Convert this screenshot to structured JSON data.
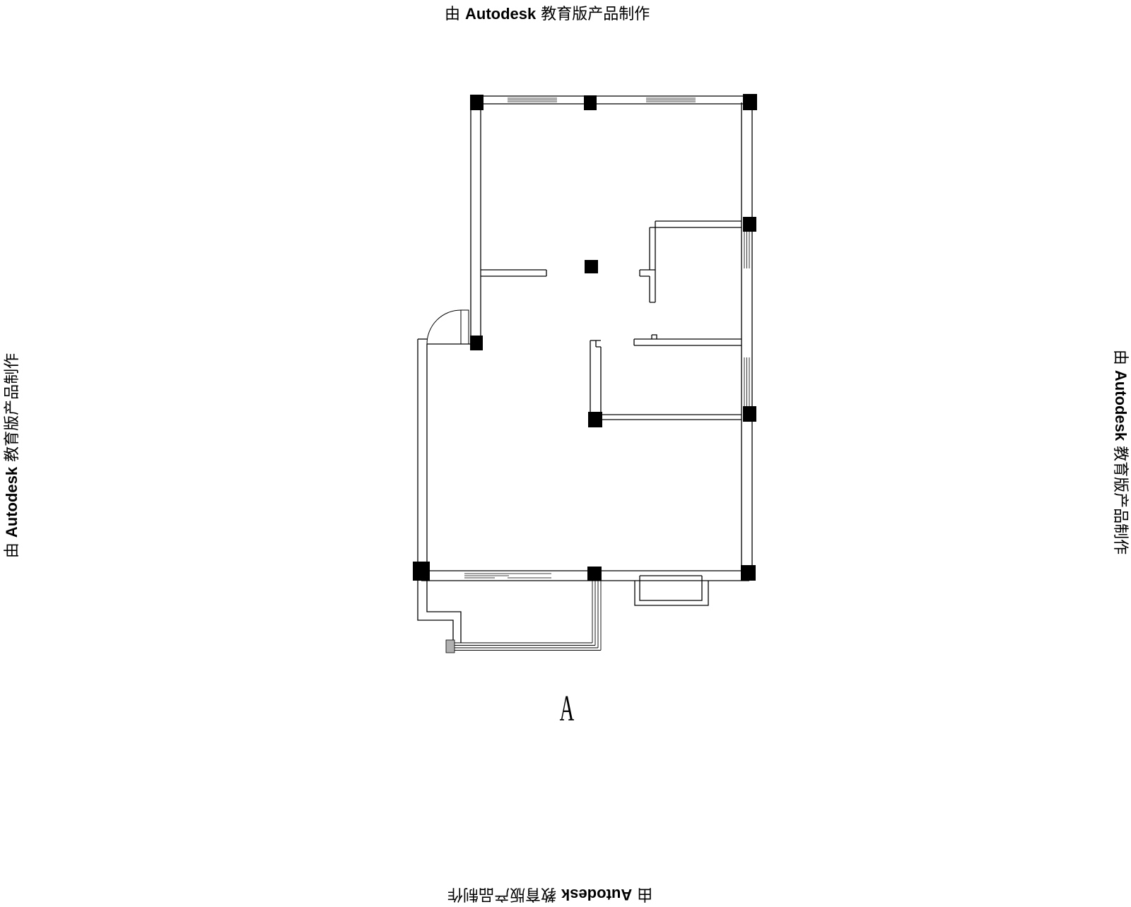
{
  "watermark": {
    "prefix": "由",
    "brand": "Autodesk",
    "suffix": "教育版产品制作"
  },
  "plan": {
    "elevation_marker": "A",
    "line_color": "#000000",
    "column_color": "#000000",
    "post_color": "#b0b0b0",
    "background": "#ffffff"
  }
}
